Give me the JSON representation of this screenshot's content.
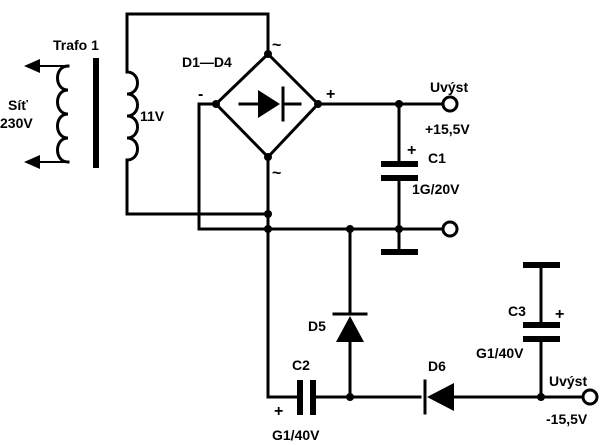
{
  "transformer": {
    "name": "Trafo 1",
    "secondary_voltage": "11V",
    "mains_label_line1": "Síť",
    "mains_label_line2": "230V"
  },
  "bridge": {
    "name": "D1—D4",
    "plus": "+",
    "minus": "-",
    "ac_top": "~",
    "ac_bottom": "~"
  },
  "c1": {
    "name": "C1",
    "value": "1G/20V",
    "polarity": "+"
  },
  "output_pos": {
    "label": "Uvýst",
    "voltage": "+15,5V"
  },
  "d5": {
    "name": "D5"
  },
  "c2": {
    "name": "C2",
    "value": "G1/40V",
    "polarity": "+"
  },
  "d6": {
    "name": "D6"
  },
  "c3": {
    "name": "C3",
    "value": "G1/40V",
    "polarity": "+"
  },
  "output_neg": {
    "label": "Uvýst",
    "voltage": "-15,5V"
  }
}
